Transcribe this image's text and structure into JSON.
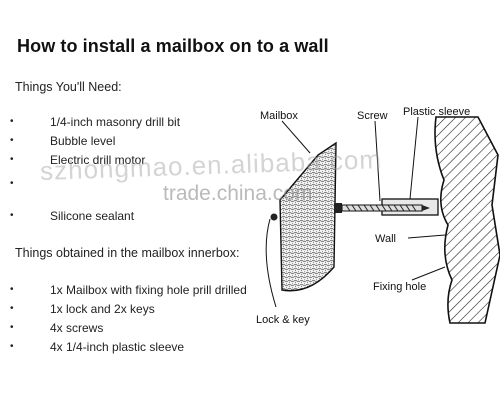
{
  "title": "How to install a mailbox on to a wall",
  "section1": {
    "heading": "Things You'll Need:",
    "items": [
      "1/4-inch masonry drill bit",
      "Bubble level",
      "Electric drill motor",
      "",
      "Silicone sealant"
    ]
  },
  "section2": {
    "heading": "Things obtained in the mailbox innerbox:",
    "items": [
      "1x Mailbox with fixing hole prill drilled",
      "1x lock and 2x keys",
      "4x screws",
      "4x 1/4-inch plastic sleeve"
    ]
  },
  "bullet_glyph": "•",
  "diagram": {
    "labels": {
      "mailbox": "Mailbox",
      "screw": "Screw",
      "plastic_sleeve": "Plastic sleeve",
      "wall": "Wall",
      "fixing_hole": "Fixing hole",
      "lock_key": "Lock & key"
    }
  },
  "watermarks": {
    "main": "szhongmao.en.alibaba.com",
    "secondary": "trade.china.com"
  }
}
